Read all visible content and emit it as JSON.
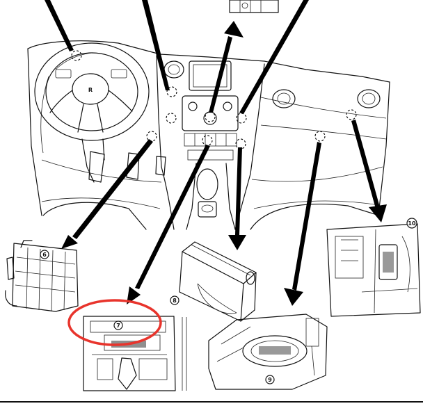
{
  "callouts": {
    "c6": "6",
    "c7": "7",
    "c8": "8",
    "c9": "9",
    "c10": "10"
  },
  "steering_badge": "R",
  "highlight_color": "#e8342c",
  "arrow_color": "#000000"
}
